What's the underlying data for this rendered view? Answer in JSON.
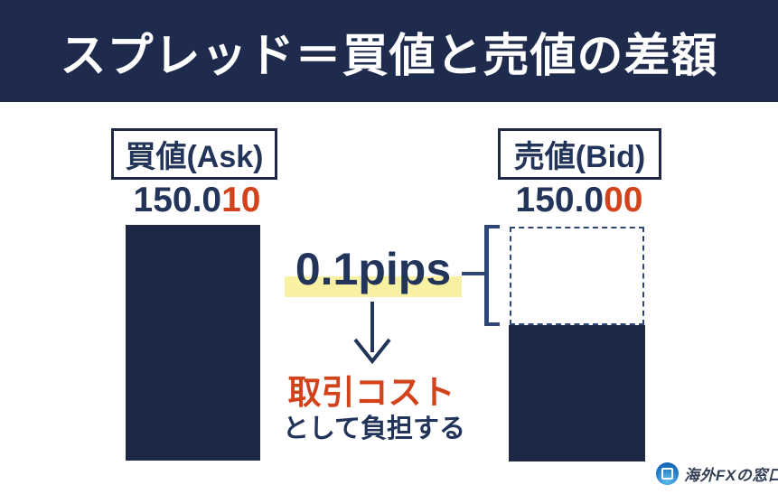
{
  "banner": {
    "title": "スプレッド＝買値と売値の差額"
  },
  "ask": {
    "label": "買値(Ask)",
    "price_main": "150.0",
    "price_highlighted_digits": "10"
  },
  "bid": {
    "label": "売値(Bid)",
    "price_main": "150.0",
    "price_highlighted_digits": "00"
  },
  "spread": {
    "value": "0.1pips"
  },
  "cost": {
    "emphasis": "取引コスト",
    "suffix": "として負担する"
  },
  "logo": {
    "text": "海外FXの窓口",
    "icon": "window-icon"
  },
  "colors": {
    "navy": "#1d2847",
    "banner_navy": "#1e2b4d",
    "navy_text": "#223459",
    "orange": "#d2431c",
    "highlight_yellow": "#f8f0a2",
    "bracket_blue": "#2e4677",
    "logo_blue_light": "#5ec0ee",
    "logo_blue_dark": "#1767b8",
    "logo_text_color": "#333f54"
  }
}
